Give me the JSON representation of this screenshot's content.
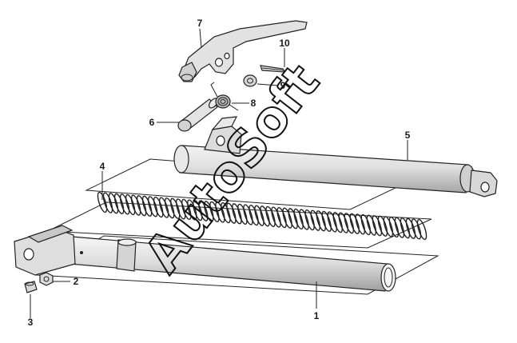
{
  "watermark": "AutoSoft",
  "callouts": [
    {
      "id": "c1",
      "label": "1"
    },
    {
      "id": "c2",
      "label": "2"
    },
    {
      "id": "c3",
      "label": "3"
    },
    {
      "id": "c4",
      "label": "4"
    },
    {
      "id": "c5",
      "label": "5"
    },
    {
      "id": "c6",
      "label": "6"
    },
    {
      "id": "c7",
      "label": "7"
    },
    {
      "id": "c8",
      "label": "8"
    },
    {
      "id": "c9",
      "label": "9"
    },
    {
      "id": "c10",
      "label": "10"
    }
  ],
  "colors": {
    "ink": "#222222",
    "tube_fill": "#e4e4e4",
    "tube_dark": "#bdbdbd"
  }
}
